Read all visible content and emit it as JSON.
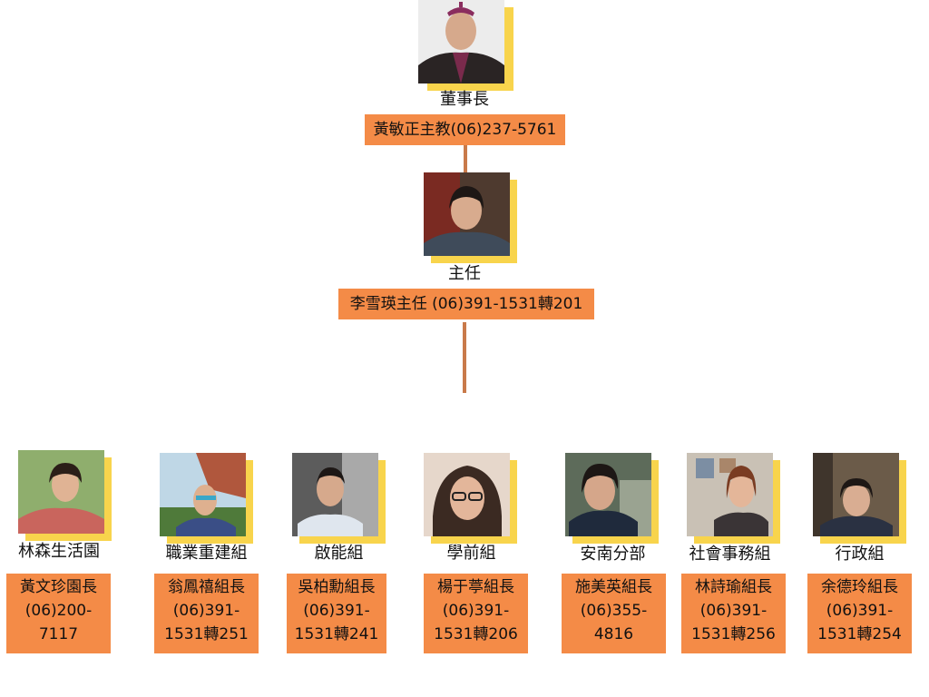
{
  "top": {
    "chair": {
      "role": "董事長",
      "name": "黃敏正主教(06)237-5761",
      "icon": "portrait-bishop"
    },
    "director": {
      "role": "主任",
      "name": "李雪瑛主任 (06)391-1531轉201",
      "icon": "portrait-director"
    }
  },
  "units": [
    {
      "role": "林森生活園",
      "line1": "黃文珍園長",
      "line2": "(06)200-",
      "line3": "7117"
    },
    {
      "role": "職業重建組",
      "line1": "翁鳳禧組長",
      "line2": "(06)391-",
      "line3": "1531轉251"
    },
    {
      "role": "啟能組",
      "line1": "吳柏勳組長",
      "line2": "(06)391-",
      "line3": "1531轉241"
    },
    {
      "role": "學前組",
      "line1": "楊于葶組長",
      "line2": "(06)391-",
      "line3": "1531轉206"
    },
    {
      "role": "安南分部",
      "line1": "施美英組長",
      "line2": "(06)355-",
      "line3": "4816"
    },
    {
      "role": "社會事務組",
      "line1": "林詩瑜組長",
      "line2": "(06)391-",
      "line3": "1531轉256"
    },
    {
      "role": "行政組",
      "line1": "余德玲組長",
      "line2": "(06)391-",
      "line3": "1531轉254"
    }
  ],
  "colors": {
    "accent": "#f8d44c",
    "box": "#f48b47",
    "line": "#c97a4a"
  }
}
